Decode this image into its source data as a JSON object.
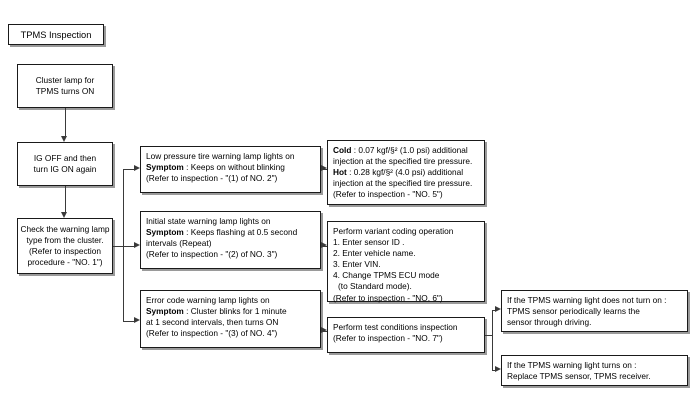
{
  "title": {
    "label": "TPMS Inspection"
  },
  "nodes": {
    "cluster_lamp": {
      "lines": [
        "Cluster lamp for",
        "TPMS turns ON"
      ]
    },
    "ig_cycle": {
      "lines": [
        "IG OFF and then",
        "turn IG ON again"
      ]
    },
    "check_lamp": {
      "lines": [
        "Check the warning lamp",
        "type from the cluster.",
        "(Refer to inspection",
        "procedure - \"NO. 1\")"
      ]
    },
    "low_pressure": {
      "line1": "Low pressure tire warning lamp lights on",
      "symptom_label": "Symptom",
      "symptom_text": " : Keeps on without blinking",
      "ref": "(Refer to inspection - \"(1) of NO. 2\")"
    },
    "initial_state": {
      "line1": "Initial  state warning lamp lights on",
      "symptom_label": "Symptom",
      "symptom_text": " :  Keeps flashing at 0.5 second",
      "line3": "intervals (Repeat)",
      "ref": "(Refer to inspection - \"(2) of NO. 3\")"
    },
    "error_code": {
      "line1": "Error code warning  lamp lights on",
      "symptom_label": "Symptom",
      "symptom_text": " : Cluster blinks for 1 minute",
      "line3": "at 1 second intervals, then turns ON",
      "ref": "(Refer to inspection - \"(3) of NO. 4\")"
    },
    "pressure_spec": {
      "cold_label": "Cold",
      "cold_text": " : 0.07 kgf/§² (1.0 psi) additional",
      "cold_line2": "injection at the specified tire pressure.",
      "hot_label": "Hot",
      "hot_text": " : 0.28 kgf/§² (4.0 psi) additional",
      "hot_line2": "injection at the specified tire pressure.",
      "ref": "(Refer to inspection - \"NO. 5\")"
    },
    "variant_coding": {
      "heading": "Perform variant coding operation",
      "steps": [
        "1. Enter sensor ID .",
        "2. Enter vehicle name.",
        "3. Enter VIN.",
        "4. Change TPMS ECU mode"
      ],
      "substep": "(to Standard mode).",
      "ref": "(Refer to inspection - \"NO. 6\")"
    },
    "test_conditions": {
      "heading": "Perform test conditions inspection",
      "ref": "(Refer to inspection - \"NO. 7\")"
    },
    "light_off_result": {
      "line1": "If the TPMS warning light does not turn on :",
      "line2": "TPMS sensor periodically learns the",
      "line3": "sensor through driving."
    },
    "light_on_result": {
      "line1": "If the TPMS warning light turns on :",
      "line2": "Replace TPMS sensor, TPMS receiver."
    }
  }
}
